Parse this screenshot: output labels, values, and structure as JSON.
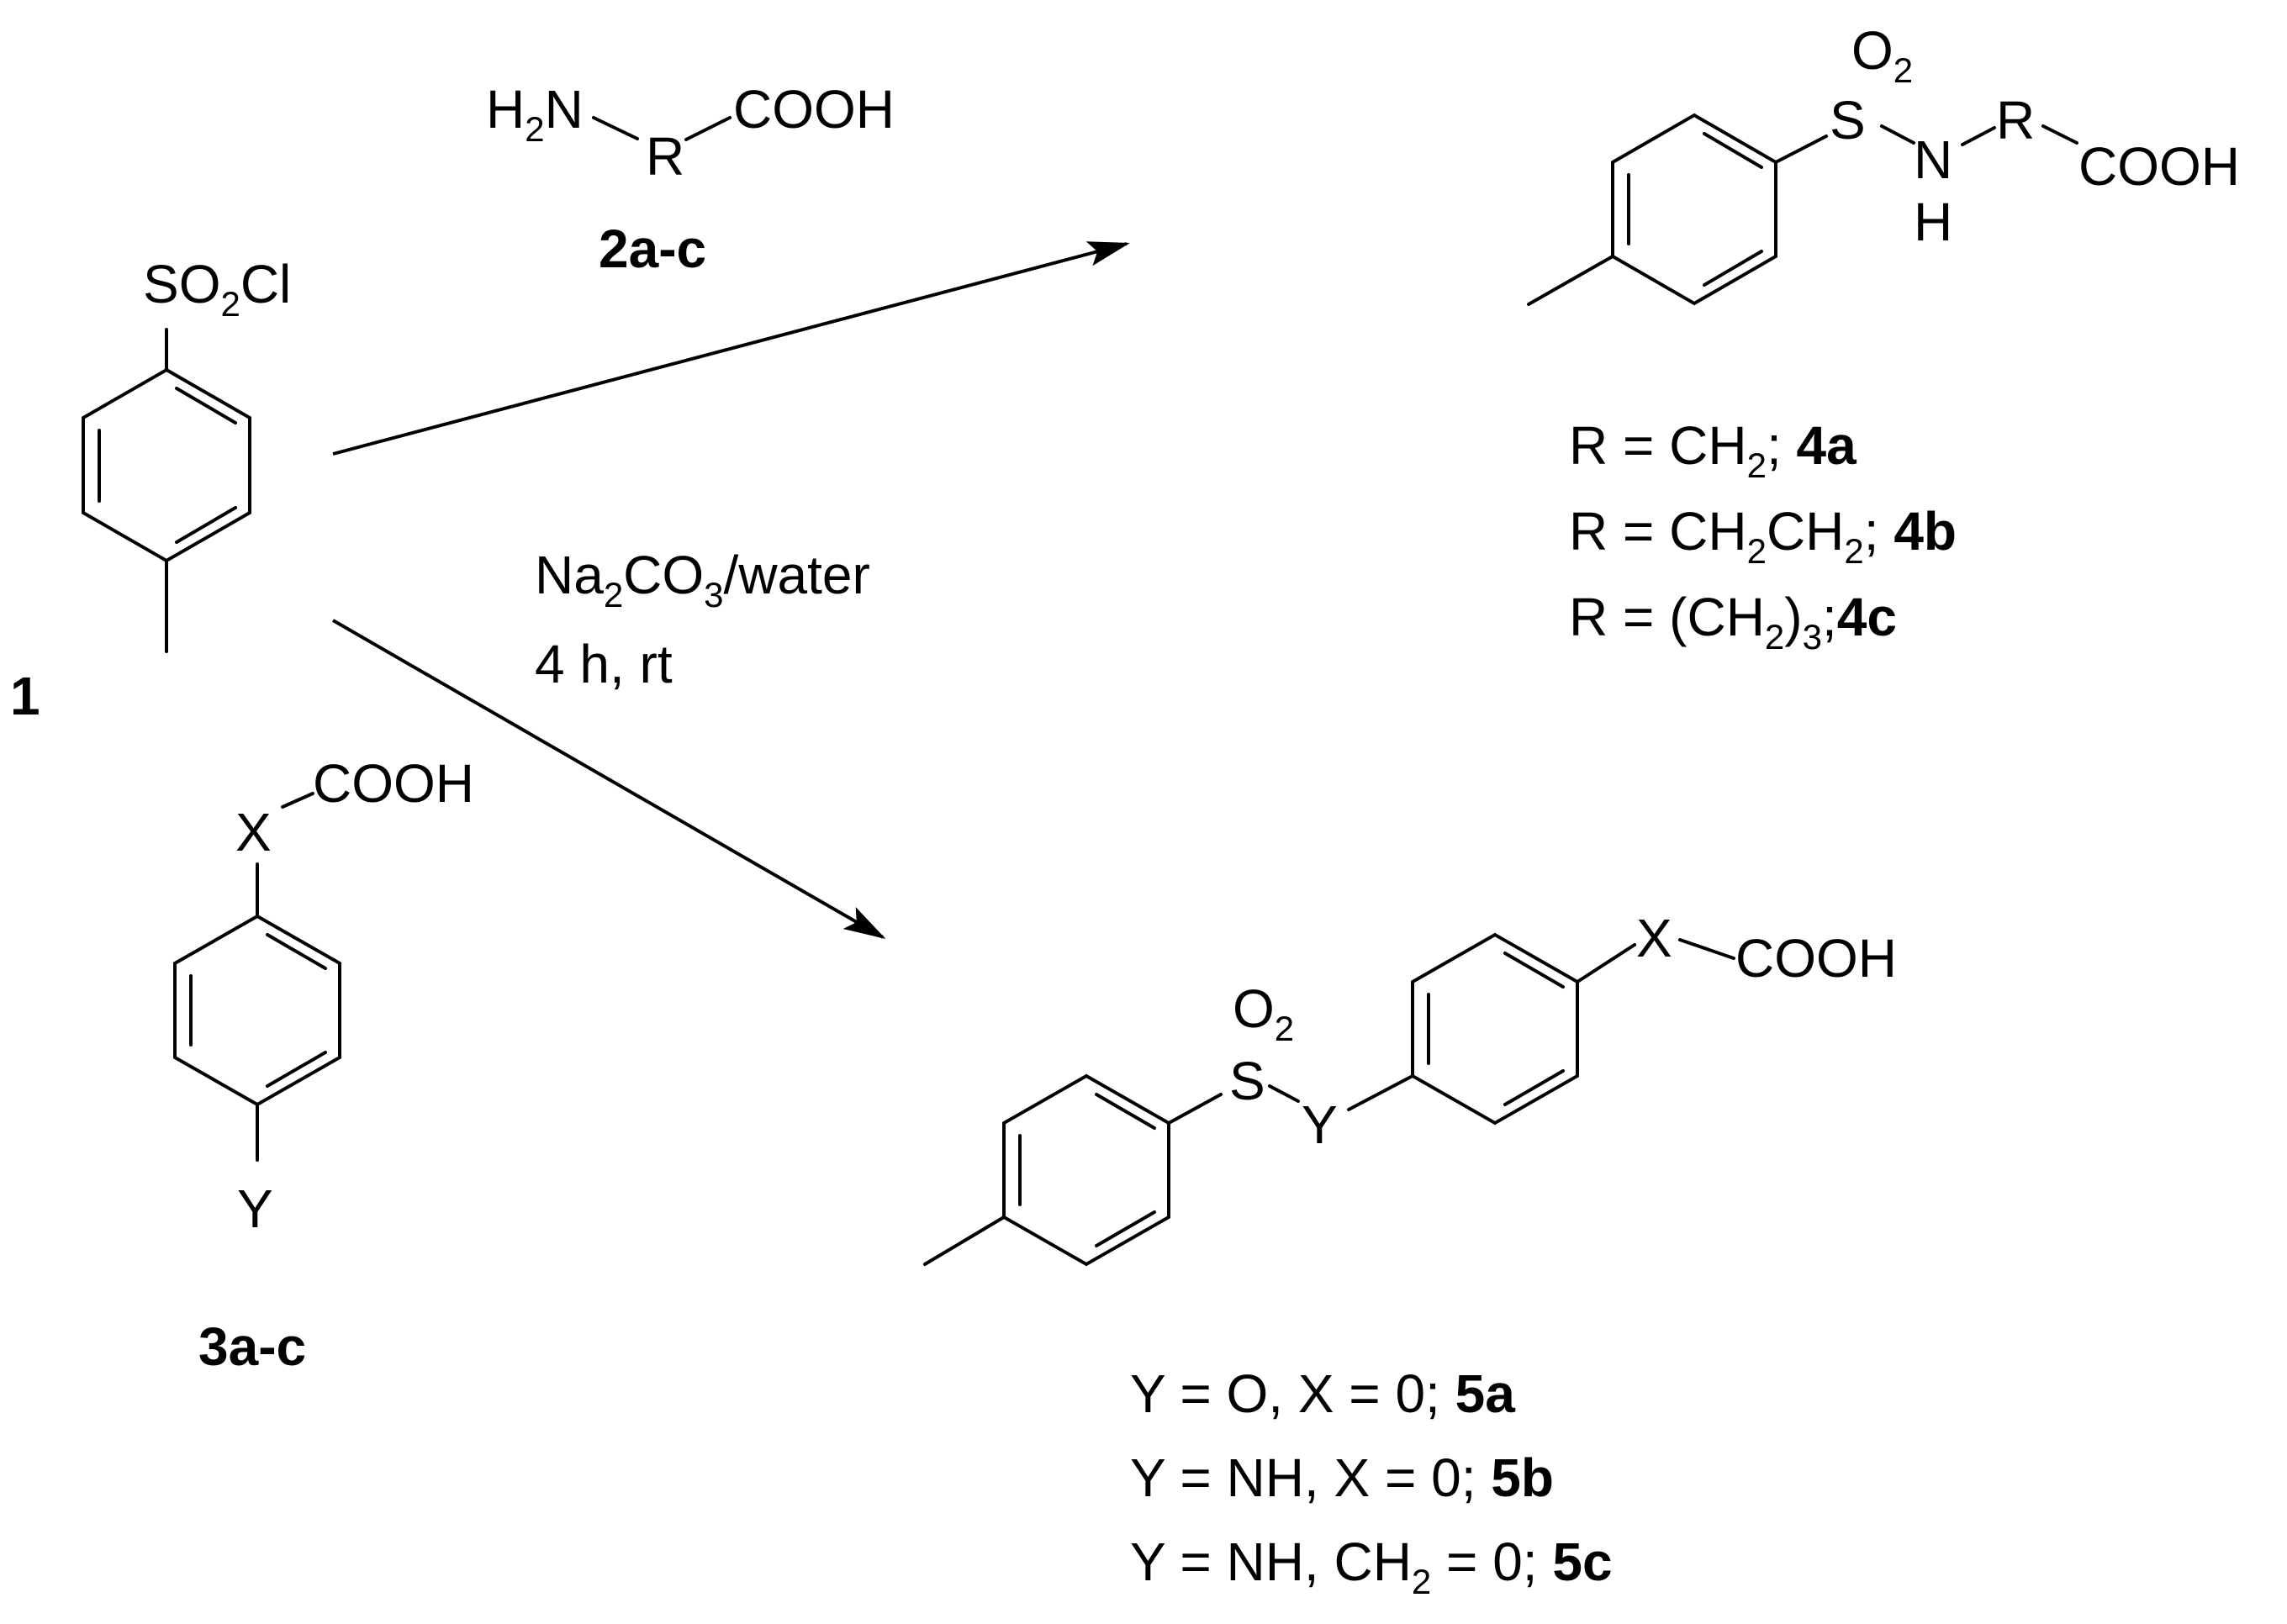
{
  "compound_1": {
    "group": "SO2Cl",
    "id": "1"
  },
  "compound_2": {
    "amine": "H2N",
    "r": "R",
    "acid": "COOH",
    "id": "2a-c"
  },
  "compound_3": {
    "x": "X",
    "acid": "COOH",
    "y": "Y",
    "id": "3a-c"
  },
  "conditions": {
    "reagent": "Na2CO3/water",
    "time_temp": "4 h, rt"
  },
  "product_4": {
    "o2": "O2",
    "s": "S",
    "n": "N",
    "h": "H",
    "r": "R",
    "acid": "COOH",
    "variants": [
      {
        "formula": "R = CH2;",
        "id": "4a"
      },
      {
        "formula": "R = CH2CH2;",
        "id": "4b"
      },
      {
        "formula": "R = (CH2)3;",
        "id": "4c"
      }
    ]
  },
  "product_5": {
    "o2": "O2",
    "s": "S",
    "y": "Y",
    "x": "X",
    "acid": "COOH",
    "variants": [
      {
        "formula": "Y = O, X = 0;",
        "id": "5a"
      },
      {
        "formula": "Y = NH, X = 0;",
        "id": "5b"
      },
      {
        "formula": "Y = NH, CH2 = 0;",
        "id": "5c"
      }
    ]
  }
}
